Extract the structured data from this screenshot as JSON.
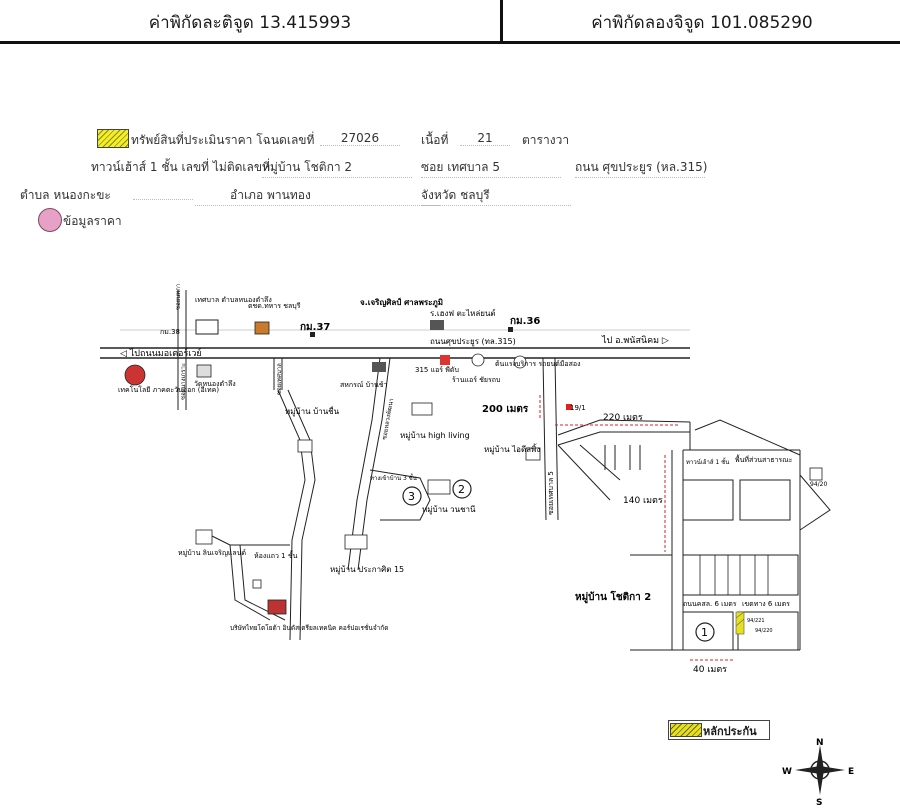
{
  "coords": {
    "lat_label": "ค่าพิกัดละติจูด 13.415993",
    "lon_label": "ค่าพิกัดลองจิจูด 101.085290"
  },
  "property": {
    "label": "ทรัพย์สินที่ประเมินราคา โฉนดเลขที่",
    "deed_no": "27026",
    "area_label": "เนื้อที่",
    "area_value": "21",
    "area_unit": "ตารางวา",
    "house_label": "ทาวน์เฮ้าส์ 1 ชั้น เลขที่ ไม่ติดเลขที่",
    "village": "หมู่บ้าน โชติกา 2",
    "soi": "ซอย เทศบาล 5",
    "road": "ถนน ศุขประยูร (หล.315)",
    "tambon": "ตำบล หนองกะขะ",
    "amphoe": "อำเภอ พานทอง",
    "province": "จังหวัด ชลบุรี",
    "price_data_label": "ข้อมูลราคา"
  },
  "map": {
    "roads": {
      "km37": "กม.37",
      "km36": "กม.36",
      "km38": "กม.38",
      "to_bangkok": "◁ ไปถนนมอเตอร์เวย์",
      "to_phanat": "ไป อ.พนัสนิคม ▷",
      "main_road": "ถนนศุขประยูร (ทล.315)",
      "soi5": "ซอยเทศบาล 5",
      "soi_left1": "ซอยนางเกราะ",
      "soi_left2": "ซอยเทศบาล",
      "soi_mid": "ซอยหลวงพัฒนา",
      "soi_kanok": "ทางเข้าบ้าน 3 ชั้น",
      "sml_left": "ซอยนพกา"
    },
    "places": {
      "municipality": "เทศบาล ตำบลหนองตำลึง",
      "police": "ตชด.ทหาร ชลบุรี",
      "temple": "วัดหนองตำลึง",
      "hospital": "เทคโนโลยี ภาคตะวันออก (อีเทค)",
      "school": "จ.เจริญศิลป์ ศาลพระภูมิ",
      "tent": "ร.เฮงฟ ตะไหล่ยนต์",
      "rice": "สหกรณ์ บ้านช้า",
      "shop315": "315 แอร์ พีดับ",
      "car_service": "ร้านแอร์ ชัยรถบ",
      "vehicle": "ต้นแรงบริการ รถยนต์มือสอง",
      "v_baanchuen": "หมู่บ้าน บ้านชื่น",
      "v_highliving": "หมู่บ้าน high living",
      "v_ideal": "หมู่บ้าน ไอดีลพิ้ง",
      "v_wanchani": "หมู่บ้าน วนชานี",
      "v_prakan": "หมู่บ้าน ประกาศิต 15",
      "v_rimcharoen": "หมู่บ้าน ลินเจริญแลนด์",
      "room_rent": "ห้องแถว 1 ชั้น",
      "company": "บริษัทไทยโตโยต้า อินดัสเตรียลเทคนิค คอร์ปอเรชั่นจำกัด",
      "v_chotika": "หมู่บ้าน โชติกา 2",
      "house_191": "19/1",
      "public_area": "พื้นที่ส่วนสาธารณะ",
      "house_1f": "ทาวน์เฮ้าส์ 1 ชั้น",
      "marker_9420": "94/20",
      "road_6m": "ถนนคสล. 6 เมตร",
      "road_6m_b": "เขตทาง 6 เมตร",
      "lot_a": "94/221",
      "lot_b": "94/220"
    },
    "distances": {
      "d200": "200 เมตร",
      "d220": "220 เมตร",
      "d140": "140 เมตร",
      "d40": "40 เมตร"
    },
    "markers": {
      "m1": "1",
      "m2": "2",
      "m3": "3"
    },
    "legend": {
      "pledge": "หลักประกัน"
    },
    "compass": {
      "n": "N",
      "s": "S",
      "e": "E",
      "w": "W"
    }
  }
}
